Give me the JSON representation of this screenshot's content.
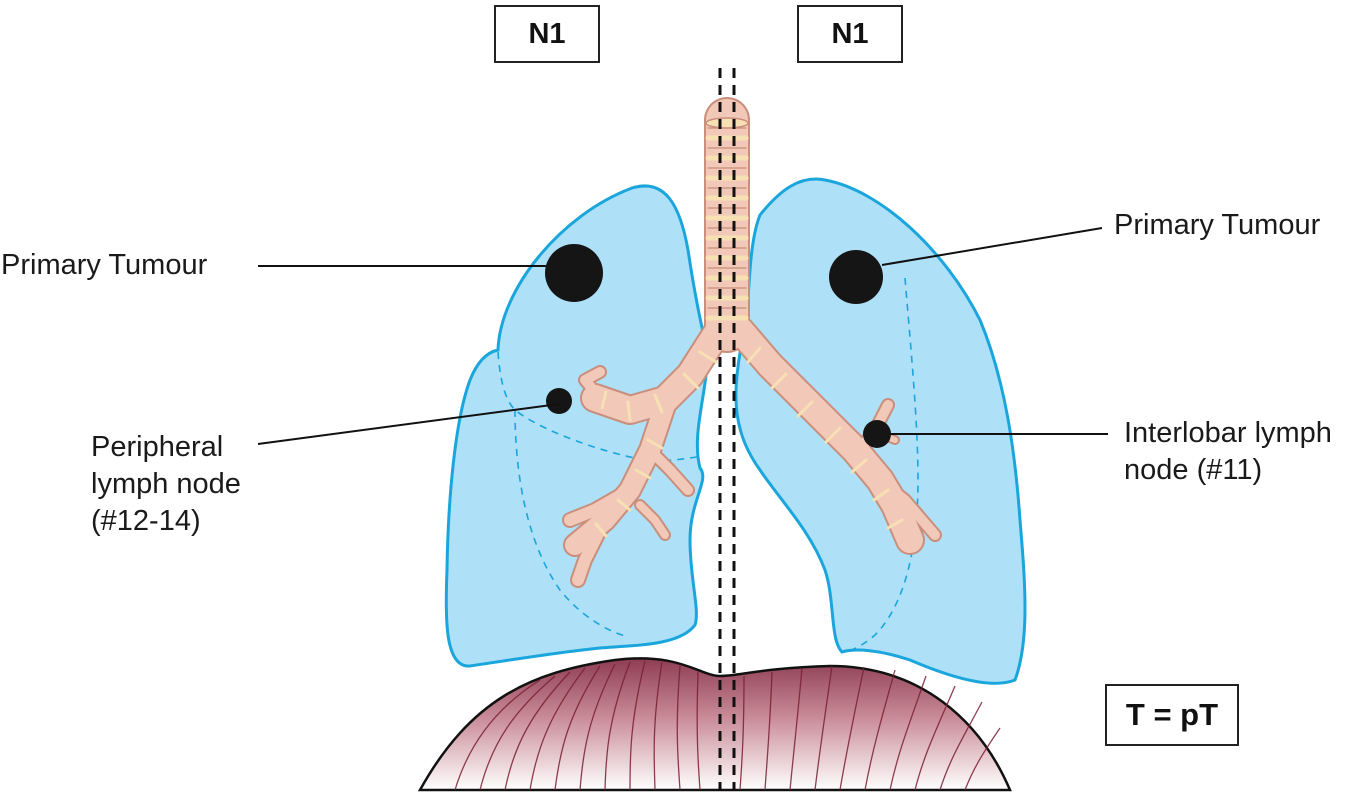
{
  "boxes": {
    "left_stage": "N1",
    "right_stage": "N1",
    "t_stage": "T = pT"
  },
  "labels": {
    "left_primary": "Primary Tumour",
    "right_primary": "Primary Tumour",
    "peripheral_line1": "Peripheral",
    "peripheral_line2": "lymph node",
    "peripheral_line3": "(#12-14)",
    "interlobar_line1": "Interlobar lymph",
    "interlobar_line2": "node (#11)"
  },
  "colors": {
    "lung_fill": "#aee0f7",
    "lung_stroke": "#1aa6dc",
    "airway_fill": "#f2c8b8",
    "airway_ring": "#f7e0b4",
    "airway_stroke": "#c98f7c",
    "diaphragm_top": "#8e3d52",
    "diaphragm_bottom": "#ffffff",
    "tumour": "#151515"
  }
}
